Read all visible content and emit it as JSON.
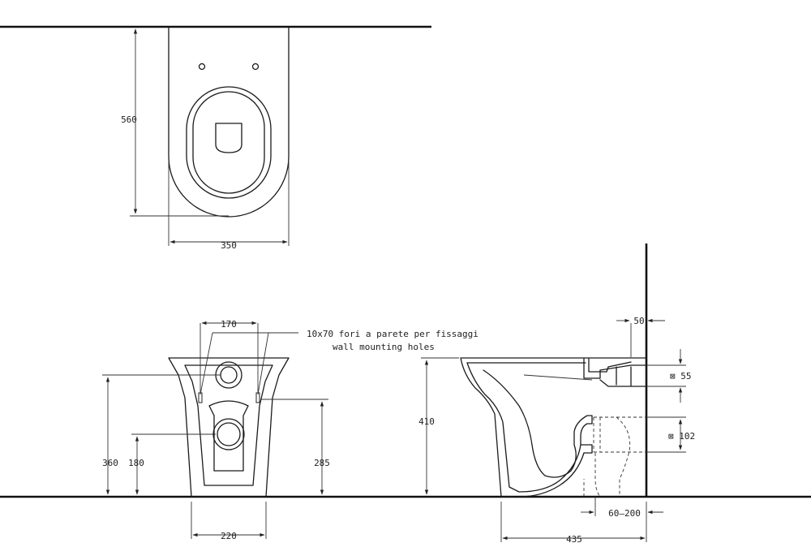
{
  "top_view": {
    "depth_label": "560",
    "width_label": "350"
  },
  "front_view": {
    "hole_spacing_label": "170",
    "annotation_it": "10x70 fori a parete per fissaggi",
    "annotation_en": "wall mounting holes",
    "inlet_height_label": "360",
    "outlet_height_label": "180",
    "hole_height_label": "285",
    "base_width_label": "220"
  },
  "side_view": {
    "wall_gap_label": "50",
    "inlet_size_label": "⊠ 55",
    "outlet_size_label": "⊠ 102",
    "height_label": "410",
    "outlet_range_label": "60–200",
    "length_label": "435"
  }
}
